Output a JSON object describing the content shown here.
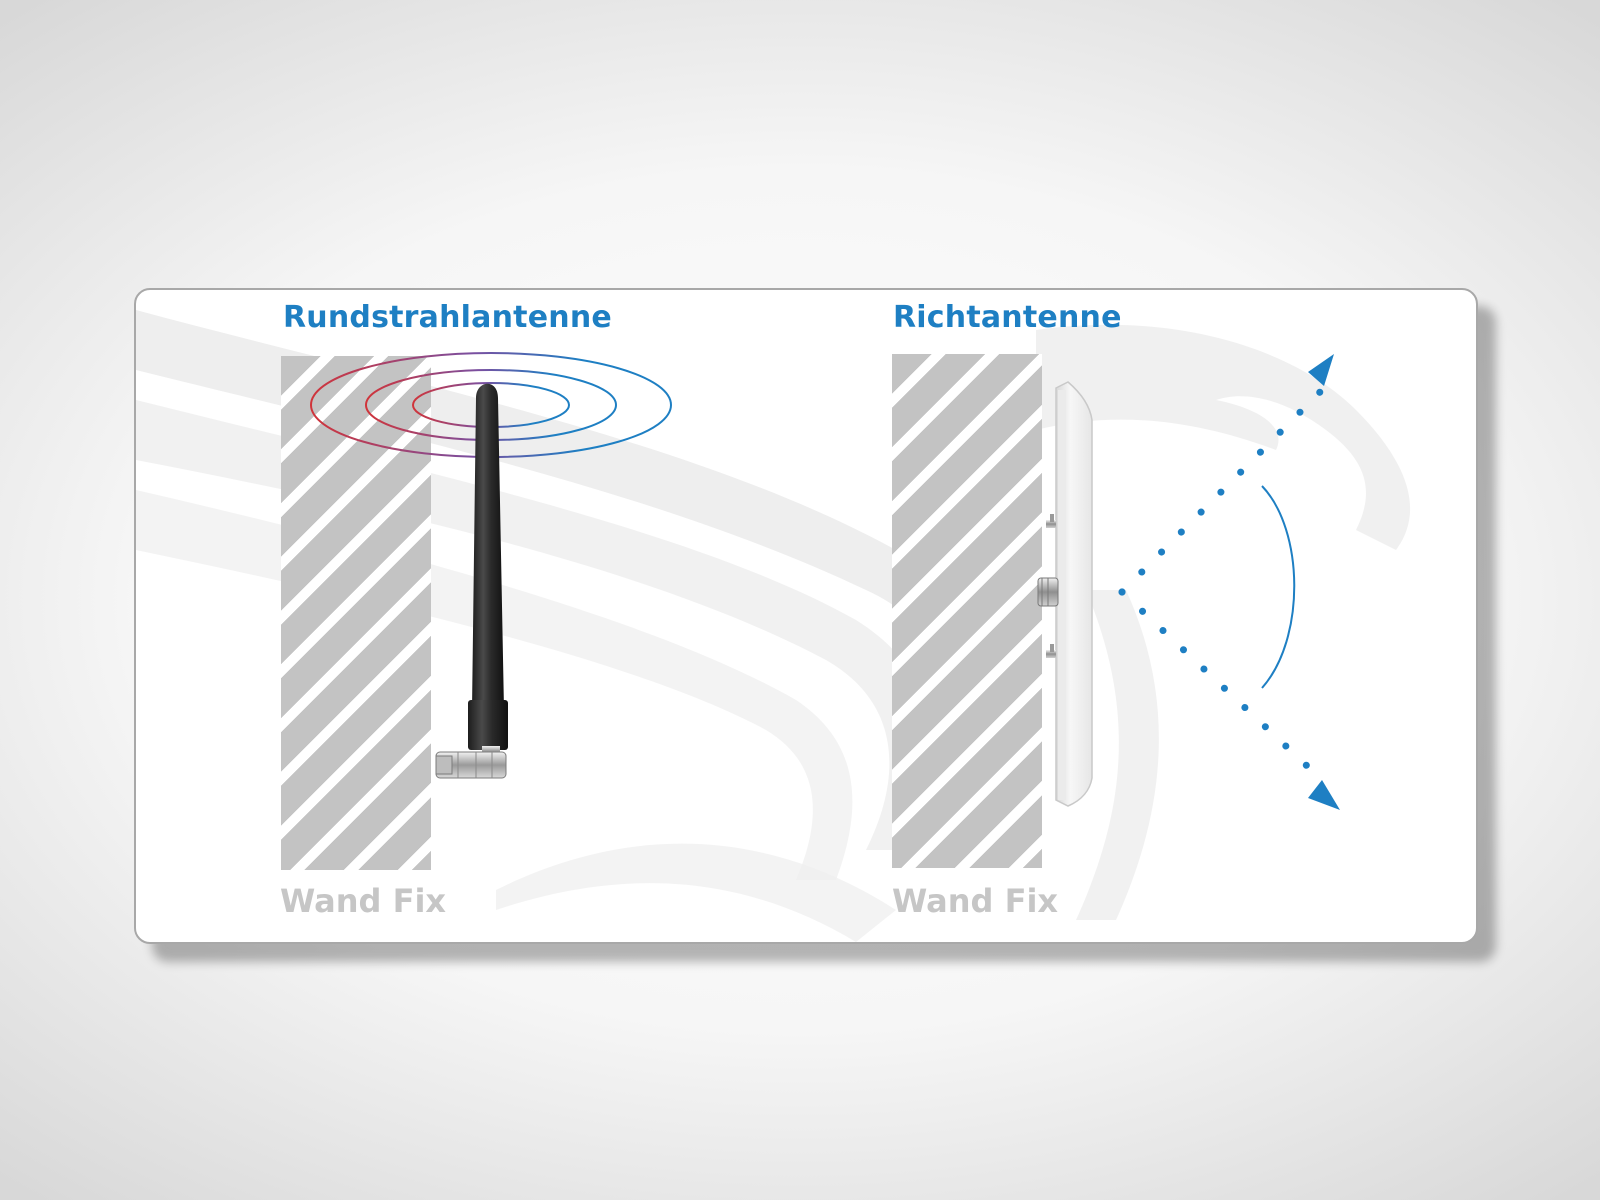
{
  "diagram": {
    "omni": {
      "title": "Rundstrahlantenne",
      "wall_label": "Wand Fix"
    },
    "directional": {
      "title": "Richtantenne",
      "wall_label": "Wand Fix"
    }
  },
  "colors": {
    "accent_blue": "#1e7fc3",
    "wave_red": "#d0343a",
    "wall_gray": "#c3c3c3",
    "label_gray": "#c6c6c6"
  },
  "icons": {
    "omni_antenna": "rubber-duck-antenna-icon",
    "directional_antenna": "panel-antenna-icon",
    "radiation_rings": "omni-radiation-rings-icon",
    "beam": "directional-beam-arrows-icon",
    "watermark": "eagle-watermark-icon"
  }
}
